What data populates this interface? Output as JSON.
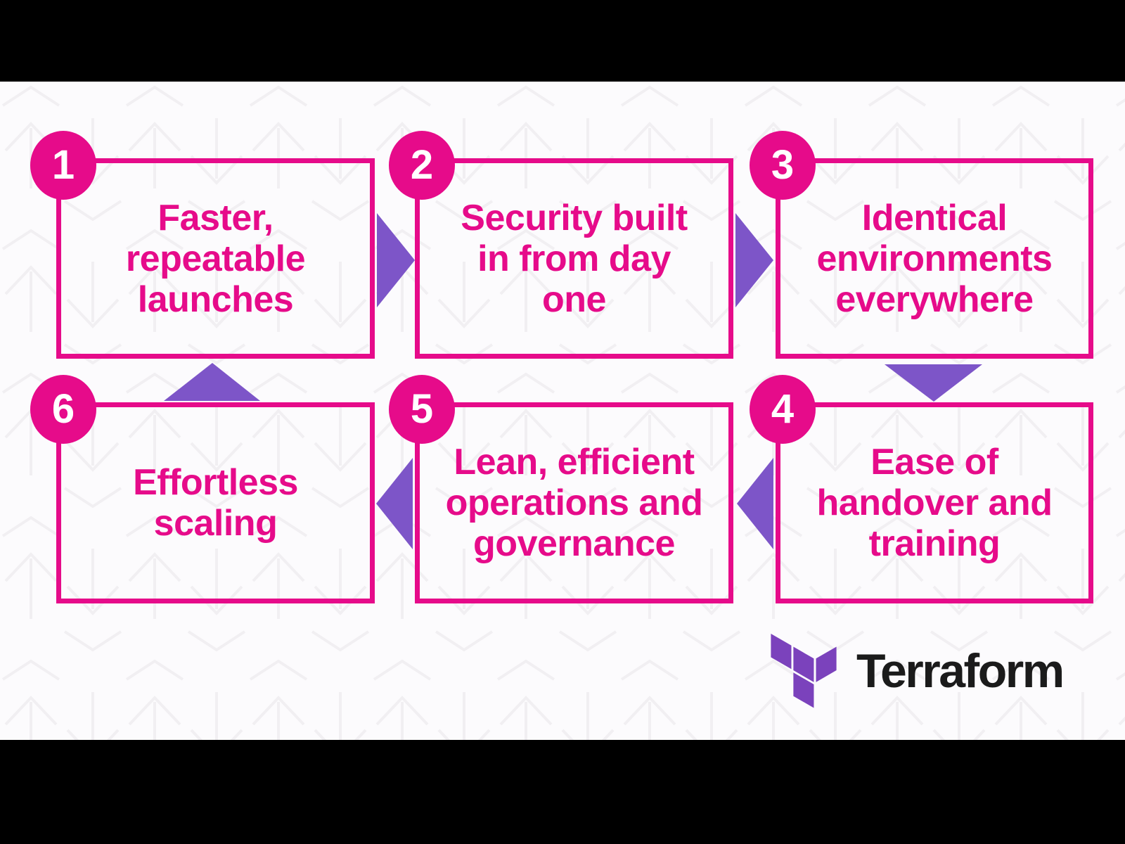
{
  "slide": {
    "background_color": "#fcfbfd",
    "letterbox_color": "#000000",
    "accent_pink": "#e60b8a",
    "arrow_purple": "#7d55c8",
    "logo_purple": "#7b42bc"
  },
  "steps": [
    {
      "number": "1",
      "label": "Faster,\nrepeatable\nlaunches"
    },
    {
      "number": "2",
      "label": "Security built\nin from day\none"
    },
    {
      "number": "3",
      "label": "Identical\nenvironments\neverywhere"
    },
    {
      "number": "4",
      "label": "Ease of\nhandover and\ntraining"
    },
    {
      "number": "5",
      "label": "Lean, efficient\noperations and\ngovernance"
    },
    {
      "number": "6",
      "label": "Effortless\nscaling"
    }
  ],
  "flow": {
    "arrows": [
      {
        "from": 1,
        "to": 2,
        "direction": "right"
      },
      {
        "from": 2,
        "to": 3,
        "direction": "right"
      },
      {
        "from": 3,
        "to": 4,
        "direction": "down"
      },
      {
        "from": 4,
        "to": 5,
        "direction": "left"
      },
      {
        "from": 5,
        "to": 6,
        "direction": "left"
      },
      {
        "from": 6,
        "to": 1,
        "direction": "up"
      }
    ]
  },
  "logo": {
    "wordmark": "Terraform"
  }
}
